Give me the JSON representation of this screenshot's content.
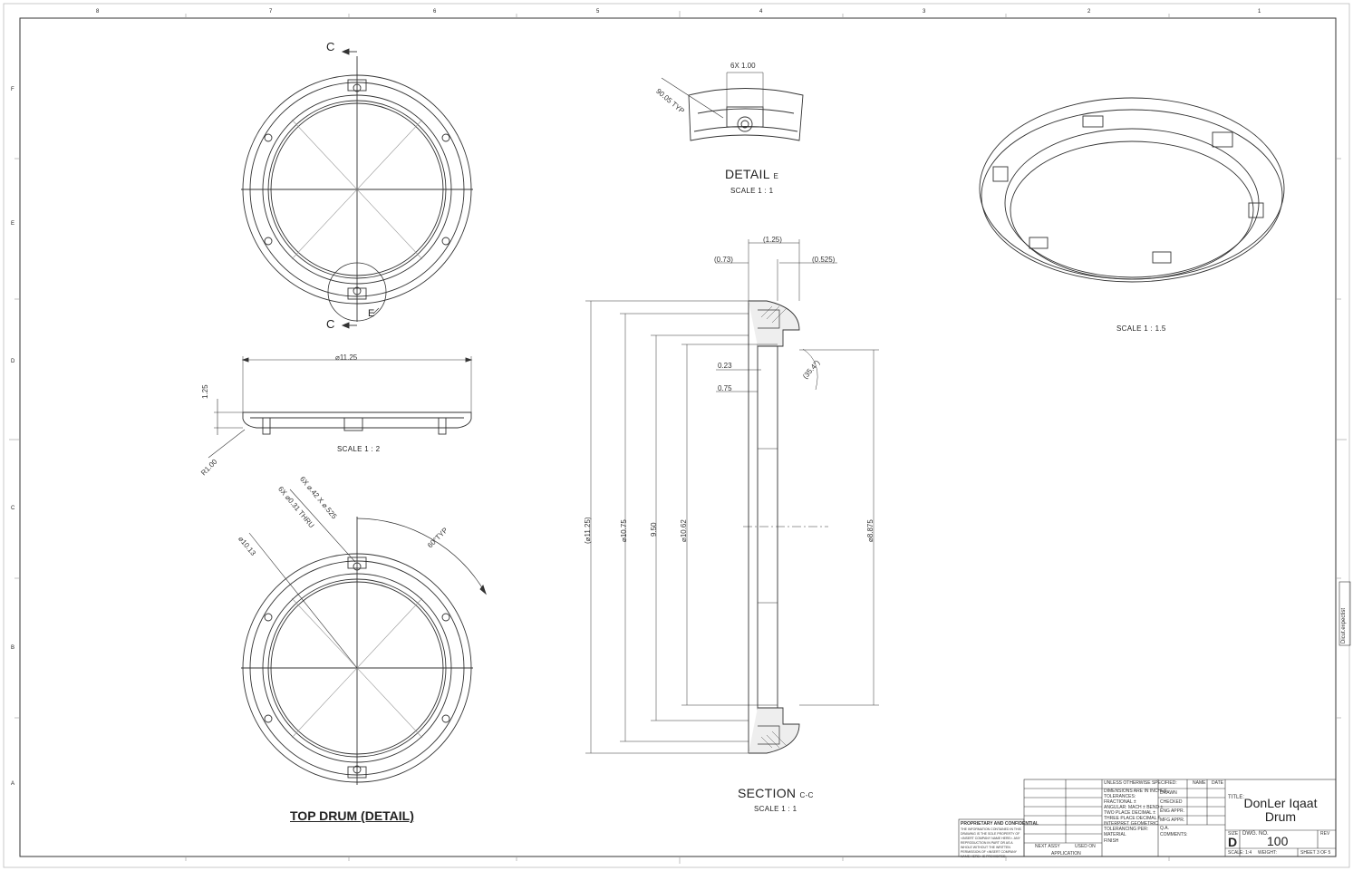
{
  "drawing": {
    "col_labels_top": [
      "8",
      "7",
      "6",
      "5",
      "4",
      "3",
      "2",
      "1"
    ],
    "row_labels_side": [
      "F",
      "E",
      "D",
      "C",
      "B",
      "A"
    ],
    "views": {
      "top_drum": {
        "title": "TOP DRUM (DETAIL)",
        "section_label_top": "C",
        "section_label_bottom": "C",
        "detail_label": "E",
        "dims": {
          "diam_outer": "⌀10.13",
          "holes_a": "6X ⌀0.31 THRU",
          "holes_b": "6X ⌀.42 X ⌀.525",
          "angle": "60°TYP"
        }
      },
      "side_view": {
        "scale": "SCALE 1 : 2",
        "dims": {
          "diam": "⌀11.25",
          "height": "1.25",
          "radius": "R1.00"
        }
      },
      "detail_e": {
        "title": "DETAIL",
        "title_sub": "E",
        "scale": "SCALE 1 : 1",
        "dims": {
          "width": "6X 1.00",
          "angle": "90.05 TYP"
        }
      },
      "section_cc": {
        "title": "SECTION",
        "title_sub": "C-C",
        "scale": "SCALE 1 : 1",
        "dims": {
          "top": "(1.25)",
          "left": "(0.73)",
          "right": "(0.525)",
          "d1": "(⌀11.25)",
          "d2": "⌀10.75",
          "d3": "9.50",
          "d4": "⌀10.62",
          "d5": "⌀8.875",
          "s1": "0.23",
          "s2": "0.75",
          "ang": "(35.4°)"
        }
      },
      "iso_view": {
        "scale": "SCALE 1 : 1.5"
      }
    },
    "title_block": {
      "title_label": "TITLE:",
      "title_line1": "DonLer Iqaat",
      "title_line2": "Drum",
      "size_label": "SIZE",
      "size": "D",
      "dwg_label": "DWG. NO.",
      "dwg_no": "100",
      "rev_label": "REV",
      "scale": "SCALE: 1:4",
      "weight": "WEIGHT:",
      "sheet": "SHEET 3 OF 5",
      "header_unless": "UNLESS OTHERWISE SPECIFIED:",
      "header_name": "NAME",
      "header_date": "DATE",
      "rows": [
        "DRAWN",
        "CHECKED",
        "ENG APPR.",
        "MFG APPR.",
        "Q.A.",
        "COMMENTS:"
      ],
      "notes": [
        "DIMENSIONS ARE IN INCHES",
        "TOLERANCES:",
        "FRACTIONAL ±",
        "ANGULAR: MACH ± BEND ±",
        "TWO PLACE DECIMAL ±",
        "THREE PLACE DECIMAL ±",
        "INTERPRET GEOMETRIC",
        "TOLERANCING PER:",
        "MATERIAL",
        "FINISH"
      ],
      "proprietary_title": "PROPRIETARY AND CONFIDENTIAL",
      "proprietary_text": "THE INFORMATION CONTAINED IN THIS DRAWING IS THE SOLE PROPERTY OF <INSERT COMPANY NAME HERE>. ANY REPRODUCTION IN PART OR AS A WHOLE WITHOUT THE WRITTEN PERMISSION OF <INSERT COMPANY NAME HERE> IS PROHIBITED.",
      "next_assy": "NEXT ASSY",
      "used_on": "USED ON",
      "application": "APPLICATION"
    },
    "side_stamp": "Dicut.expectist"
  }
}
